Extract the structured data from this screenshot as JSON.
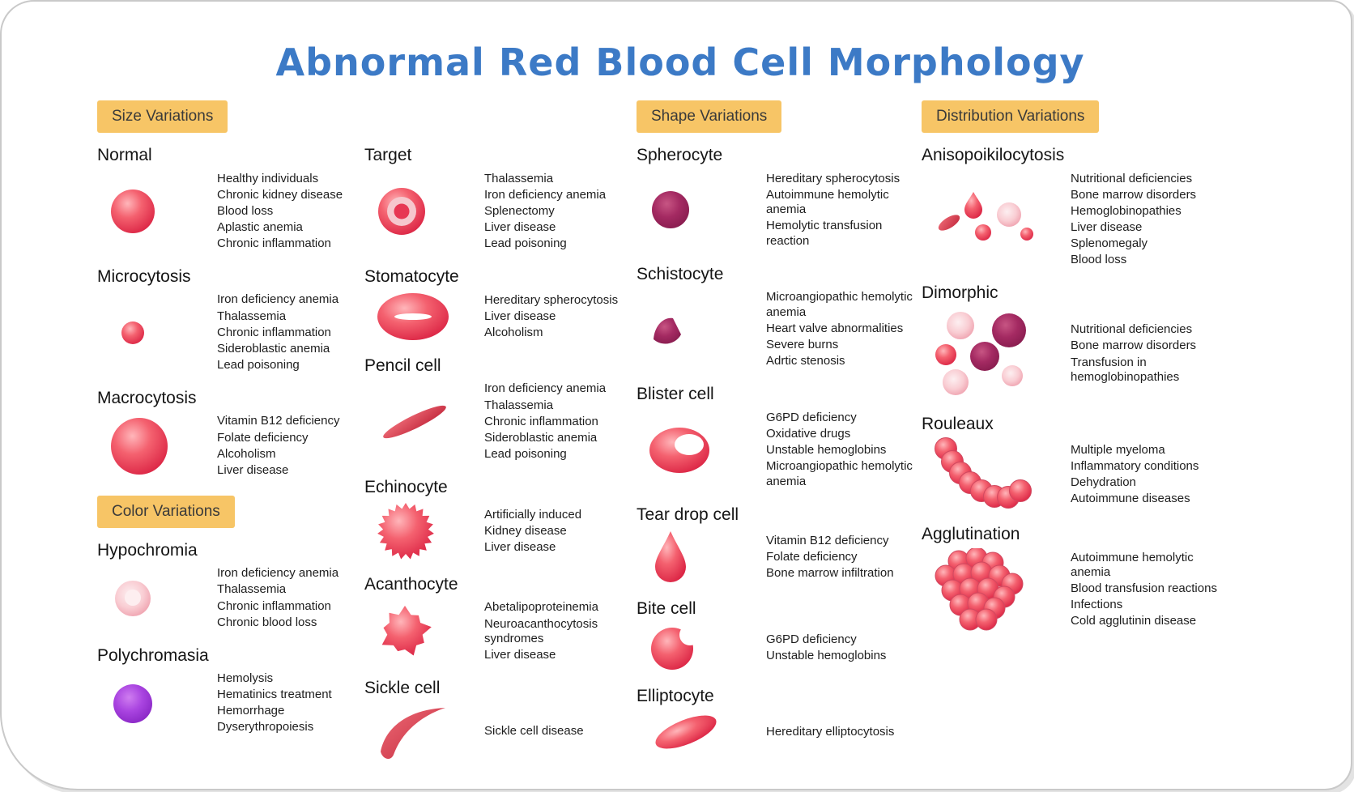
{
  "title": "Abnormal Red Blood Cell Morphology",
  "palette": {
    "title_color": "#3c7ac6",
    "badge_bg": "#f7c566",
    "cell_red": "#e02a4a",
    "cell_dark_maroon": "#8c1d4e",
    "cell_pale_pink": "#f5b8c0",
    "cell_purple": "#9b35d0"
  },
  "columns": [
    {
      "sections": [
        {
          "badge": "Size Variations",
          "entries": [
            {
              "name": "Normal",
              "icon": "normal-red-cell",
              "conditions": [
                "Healthy individuals",
                "Chronic kidney disease",
                "Blood loss",
                "Aplastic anemia",
                "Chronic inflammation"
              ]
            },
            {
              "name": "Microcytosis",
              "icon": "small-red-cell",
              "conditions": [
                "Iron deficiency anemia",
                "Thalassemia",
                "Chronic inflammation",
                "Sideroblastic anemia",
                "Lead poisoning"
              ]
            },
            {
              "name": "Macrocytosis",
              "icon": "large-red-cell",
              "conditions": [
                "Vitamin B12 deficiency",
                "Folate deficiency",
                "Alcoholism",
                "Liver disease"
              ]
            }
          ]
        },
        {
          "badge": "Color Variations",
          "entries": [
            {
              "name": "Hypochromia",
              "icon": "pale-red-cell",
              "conditions": [
                "Iron deficiency anemia",
                "Thalassemia",
                "Chronic inflammation",
                "Chronic blood loss"
              ]
            },
            {
              "name": "Polychromasia",
              "icon": "purple-cell",
              "conditions": [
                "Hemolysis",
                "Hematinics treatment",
                "Hemorrhage",
                "Dyserythropoiesis"
              ]
            }
          ]
        }
      ]
    },
    {
      "sections": [
        {
          "badge": null,
          "entries": [
            {
              "name": "Target",
              "icon": "target-cell",
              "conditions": [
                "Thalassemia",
                "Iron deficiency anemia",
                "Splenectomy",
                "Liver disease",
                "Lead poisoning"
              ]
            },
            {
              "name": "Stomatocyte",
              "icon": "stomatocyte-cell",
              "conditions": [
                "Hereditary spherocytosis",
                "Liver disease",
                "Alcoholism"
              ]
            },
            {
              "name": "Pencil cell",
              "icon": "pencil-cell",
              "conditions": [
                "Iron deficiency anemia",
                "Thalassemia",
                "Chronic inflammation",
                "Sideroblastic anemia",
                "Lead poisoning"
              ]
            },
            {
              "name": "Echinocyte",
              "icon": "echinocyte-cell",
              "conditions": [
                "Artificially induced",
                "Kidney disease",
                "Liver disease"
              ]
            },
            {
              "name": "Acanthocyte",
              "icon": "acanthocyte-cell",
              "conditions": [
                "Abetalipoproteinemia",
                "Neuroacanthocytosis syndromes",
                "Liver disease"
              ]
            },
            {
              "name": "Sickle cell",
              "icon": "sickle-cell",
              "conditions": [
                "Sickle cell disease"
              ]
            }
          ]
        }
      ]
    },
    {
      "sections": [
        {
          "badge": "Shape Variations",
          "entries": [
            {
              "name": "Spherocyte",
              "icon": "spherocyte-cell",
              "conditions": [
                "Hereditary spherocytosis",
                "Autoimmune hemolytic anemia",
                "Hemolytic transfusion reaction"
              ]
            },
            {
              "name": "Schistocyte",
              "icon": "schistocyte-cell",
              "conditions": [
                "Microangiopathic hemolytic anemia",
                "Heart valve abnormalities",
                "Severe burns",
                "Adrtic stenosis"
              ]
            },
            {
              "name": "Blister cell",
              "icon": "blister-cell",
              "conditions": [
                "G6PD deficiency",
                "Oxidative drugs",
                "Unstable hemoglobins",
                "Microangiopathic hemolytic anemia"
              ]
            },
            {
              "name": "Tear drop cell",
              "icon": "teardrop-cell",
              "conditions": [
                "Vitamin B12 deficiency",
                "Folate deficiency",
                "Bone marrow infiltration"
              ]
            },
            {
              "name": "Bite cell",
              "icon": "bite-cell",
              "conditions": [
                "G6PD deficiency",
                "Unstable hemoglobins"
              ]
            },
            {
              "name": "Elliptocyte",
              "icon": "elliptocyte-cell",
              "conditions": [
                "Hereditary elliptocytosis"
              ]
            }
          ]
        }
      ]
    },
    {
      "sections": [
        {
          "badge": "Distribution Variations",
          "entries": [
            {
              "name": "Anisopoikilocytosis",
              "icon": "anisopoikilocytosis-cells",
              "conditions": [
                "Nutritional deficiencies",
                "Bone marrow disorders",
                "Hemoglobinopathies",
                "Liver disease",
                "Splenomegaly",
                "Blood loss"
              ]
            },
            {
              "name": "Dimorphic",
              "icon": "dimorphic-cells",
              "conditions": [
                "Nutritional deficiencies",
                "Bone marrow disorders",
                "Transfusion in hemoglobinopathies"
              ]
            },
            {
              "name": "Rouleaux",
              "icon": "rouleaux-cells",
              "conditions": [
                "Multiple myeloma",
                "Inflammatory conditions",
                "Dehydration",
                "Autoimmune diseases"
              ]
            },
            {
              "name": "Agglutination",
              "icon": "agglutination-cells",
              "conditions": [
                "Autoimmune hemolytic anemia",
                "Blood transfusion reactions",
                "Infections",
                "Cold agglutinin disease"
              ]
            }
          ]
        }
      ]
    }
  ]
}
